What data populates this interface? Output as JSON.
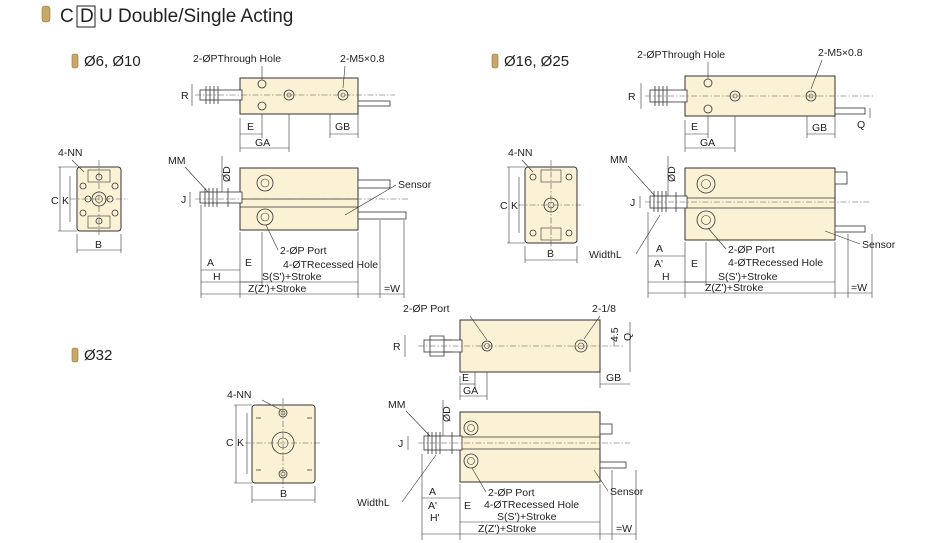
{
  "title": {
    "prefix": "C",
    "boxed": "D",
    "rest": "U Double/Single Acting"
  },
  "sections": {
    "s1": {
      "label": "Ø6, Ø10"
    },
    "s2": {
      "label": "Ø16, Ø25"
    },
    "s3": {
      "label": "Ø32"
    }
  },
  "labels": {
    "through_hole": "2-ØPThrough Hole",
    "m5": "2-M5×0.8",
    "port": "2-ØP Port",
    "port_18": "2-1/8",
    "recessed": "4-ØTRecessed Hole",
    "sensor": "Sensor",
    "nn": "4-NN",
    "mm": "MM",
    "widthl": "WidthL",
    "s_stroke": "S(S')+Stroke",
    "z_stroke": "Z(Z')+Stroke",
    "eq_w": "=W",
    "R": "R",
    "E": "E",
    "GA": "GA",
    "GB": "GB",
    "Q": "Q",
    "C": "C",
    "K": "K",
    "B": "B",
    "J": "J",
    "D": "ØD",
    "A": "A",
    "A2": "A'",
    "H": "H",
    "H2": "H'",
    "h45": "4.5"
  }
}
